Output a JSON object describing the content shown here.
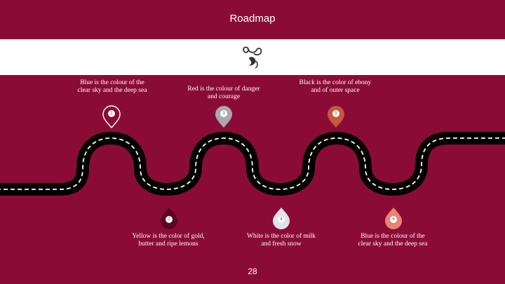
{
  "slide": {
    "title": "Roadmap",
    "page_number": "28"
  },
  "colors": {
    "background": "#8b0b37",
    "band": "#ffffff",
    "road": "#000000",
    "road_dash": "#ffffff"
  },
  "milestones": [
    {
      "number": "1",
      "text": "Blue is the colour of the clear sky and the deep sea",
      "pin_color": "#8b0b37",
      "pin_outline": "#ffffff"
    },
    {
      "number": "2",
      "text": "Yellow is the color of gold, butter and ripe lemons",
      "pin_color": "#5c0722",
      "pin_outline": ""
    },
    {
      "number": "3",
      "text": "Red is the colour of danger and courage",
      "pin_color": "#a9a9ad",
      "pin_outline": ""
    },
    {
      "number": "4",
      "text": "White is the color of milk and fresh snow",
      "pin_color": "#e2e2ea",
      "pin_outline": ""
    },
    {
      "number": "5",
      "text": "Black is the color of ebony and of outer space",
      "pin_color": "#c9573d",
      "pin_outline": ""
    },
    {
      "number": "6",
      "text": "Blue is the colour of the clear sky and the deep sea",
      "pin_color": "#e98472",
      "pin_outline": ""
    }
  ],
  "icons": {
    "band": "decorative-swirl-icon",
    "pin": "map-pin-icon"
  }
}
